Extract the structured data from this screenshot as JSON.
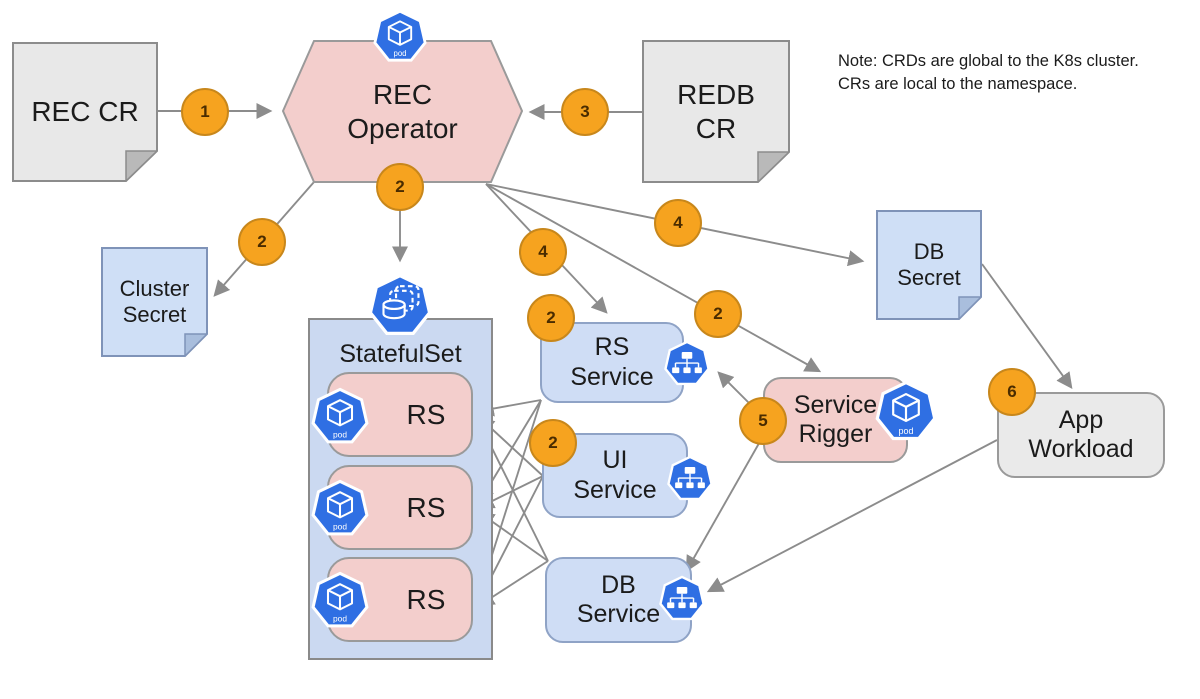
{
  "note": {
    "line1": "Note: CRDs are global to the K8s cluster.",
    "line2": "CRs are local to the namespace."
  },
  "nodes": {
    "rec_cr": {
      "label": "REC CR"
    },
    "rec_operator": {
      "line1": "REC",
      "line2": "Operator"
    },
    "redb_cr": {
      "line1": "REDB",
      "line2": "CR"
    },
    "cluster_secret": {
      "line1": "Cluster",
      "line2": "Secret"
    },
    "statefulset": {
      "label": "StatefulSet"
    },
    "rs_pods": [
      {
        "label": "RS"
      },
      {
        "label": "RS"
      },
      {
        "label": "RS"
      }
    ],
    "rs_service": {
      "line1": "RS",
      "line2": "Service"
    },
    "ui_service": {
      "line1": "UI",
      "line2": "Service"
    },
    "db_service": {
      "line1": "DB",
      "line2": "Service"
    },
    "db_secret": {
      "line1": "DB",
      "line2": "Secret"
    },
    "service_rigger": {
      "line1": "Service",
      "line2": "Rigger"
    },
    "app_workload": {
      "line1": "App",
      "line2": "Workload"
    }
  },
  "badges": {
    "step1_rec_to_operator": "1",
    "step2_cluster_secret": "2",
    "step2_statefulset": "2",
    "step2_rs_service": "2",
    "step2_service_rigger": "2",
    "step2_ui_service": "2",
    "step3_redb_to_operator": "3",
    "step4_rs_service": "4",
    "step4_db_secret": "4",
    "step5_rigger": "5",
    "step6_app_workload": "6"
  },
  "icons": {
    "pod_label": "pod",
    "pod_icon": "kubernetes-pod",
    "service_icon": "kubernetes-service",
    "statefulset_icon": "kubernetes-statefulset"
  },
  "colors": {
    "orange_badge": "#F6A31F",
    "badge_border": "#C8871B",
    "pink_node": "#F3CECC",
    "blue_node": "#CFDDF5",
    "blue_container": "#CBD9F1",
    "gray_node": "#EAEAEA",
    "k8s_blue": "#2F6FE3",
    "arrow_gray": "#8C8C8C"
  }
}
